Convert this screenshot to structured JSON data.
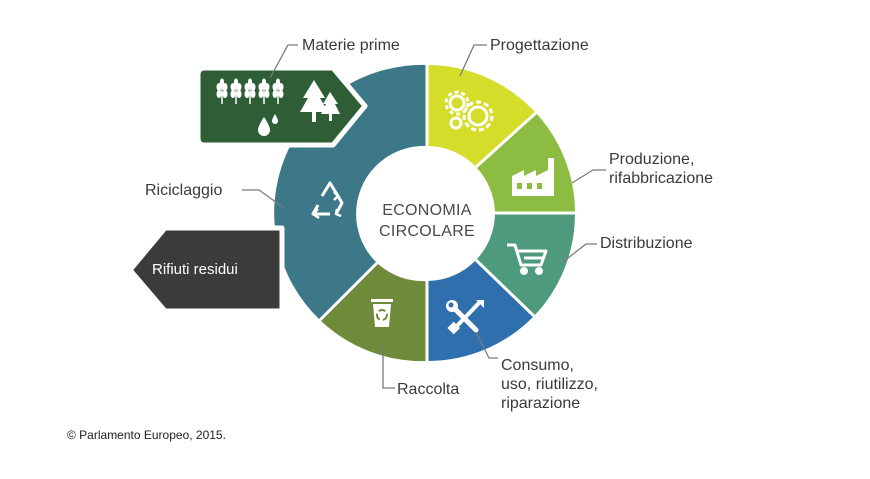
{
  "center": {
    "line1": "ECONOMIA",
    "line2": "CIRCOLARE"
  },
  "stages": [
    {
      "key": "materie",
      "label": "Materie prime"
    },
    {
      "key": "progettazione",
      "label": "Progettazione"
    },
    {
      "key": "produzione",
      "label": "Produzione,\nrifabbricazione"
    },
    {
      "key": "distribuzione",
      "label": "Distribuzione"
    },
    {
      "key": "consumo",
      "label": "Consumo,\nuso, riutilizzo,\nriparazione"
    },
    {
      "key": "raccolta",
      "label": "Raccolta"
    },
    {
      "key": "riciclaggio",
      "label": "Riciclaggio"
    }
  ],
  "residual": {
    "label": "Rifiuti residui"
  },
  "credit": "© Parlamento Europeo, 2015.",
  "icons": {
    "materie": "wheat-tree-water-icon",
    "progettazione": "gears-icon",
    "produzione": "factory-icon",
    "distribuzione": "cart-icon",
    "consumo": "tools-icon",
    "raccolta": "recycle-bin-icon",
    "riciclaggio": "recycle-icon"
  },
  "colors": {
    "progettazione": "#d5dd2b",
    "produzione": "#8cbd42",
    "distribuzione": "#4e9a7c",
    "consumo": "#2f6fae",
    "raccolta": "#6e8a3b",
    "riciclaggio": "#3d7889",
    "materie": "#2f5e36",
    "residual": "#3b3b3b"
  }
}
